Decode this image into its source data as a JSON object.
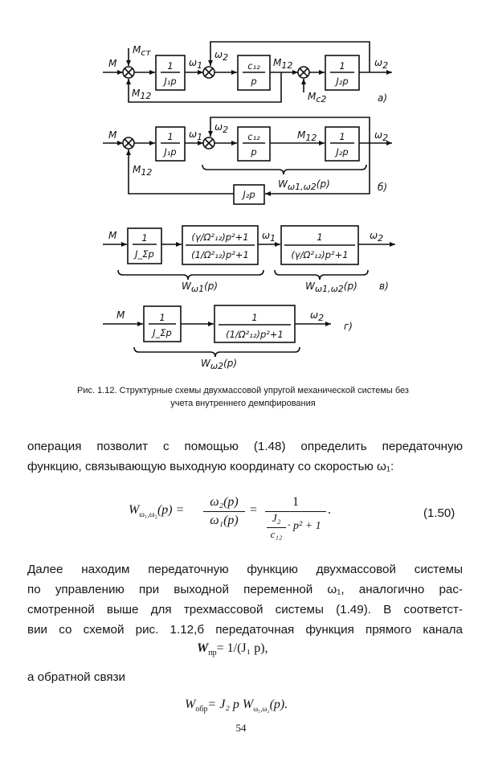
{
  "diagram": {
    "a": {
      "in": "M",
      "dist1": "M",
      "dist1_sub": "ст",
      "fb": "M",
      "fb_sub": "12",
      "b1_num": "1",
      "b1_den": "J₁p",
      "w1": "ω",
      "w1_sub": "1",
      "w2": "ω",
      "w2_sub": "2",
      "b2_num": "c₁₂",
      "b2_den": "p",
      "m12": "M",
      "m12_sub": "12",
      "b3_num": "1",
      "b3_den": "J₂p",
      "dist2": "M",
      "dist2_sub": "c2",
      "out": "ω",
      "out_sub": "2",
      "tag": "а)"
    },
    "b": {
      "in": "M",
      "w1": "ω",
      "w1_sub": "1",
      "w2": "ω",
      "w2_sub": "2",
      "fb": "M",
      "fb_sub": "12",
      "b1_num": "1",
      "b1_den": "J₁p",
      "b2_num": "c₁₂",
      "b2_den": "p",
      "m12": "M",
      "m12_sub": "12",
      "b3_num": "1",
      "b3_den": "J₂p",
      "out": "ω",
      "out_sub": "2",
      "brace": "W",
      "brace_sub": "ω1,ω2",
      "brace_tail": "(p)",
      "b4": "J₂p",
      "tag": "б)"
    },
    "c": {
      "in": "M",
      "b1_num": "1",
      "b1_den": "J_Σp",
      "b2_num": "(γ/Ω²₁₂)p²+1",
      "b2_den": "(1/Ω²₁₂)p²+1",
      "w1": "ω",
      "w1_sub": "1",
      "b3_num": "1",
      "b3_den": "(γ/Ω²₁₂)p²+1",
      "out": "ω",
      "out_sub": "2",
      "brace1": "W",
      "brace1_sub": "ω1",
      "brace1_tail": "(p)",
      "brace2": "W",
      "brace2_sub": "ω1,ω2",
      "brace2_tail": "(p)",
      "tag": "в)"
    },
    "d": {
      "in": "M",
      "b1_num": "1",
      "b1_den": "J_Σp",
      "b2_num": "1",
      "b2_den": "(1/Ω²₁₂)p²+1",
      "out": "ω",
      "out_sub": "2",
      "brace": "W",
      "brace_sub": "ω2",
      "brace_tail": "(p)",
      "tag": "г)"
    }
  },
  "caption": {
    "line1": "Рис. 1.12. Структурные схемы двухмассовой упругой механической системы без",
    "line2": "учета внутреннего демпфирования"
  },
  "para1": [
    "операция позволит с помощью (1.48) определить передаточную",
    "функцию, связывающую выходную координату со скоростью ω₁:"
  ],
  "eq150": {
    "lhs": "W",
    "lhs_sub": "ω₁,ω₂",
    "lhs_arg": "(p) =",
    "num1": "ω₂(p)",
    "den1": "ω₁(p)",
    "eqsign": "=",
    "num2": "1",
    "den2_a": "J₂",
    "den2_b": "c₁₂",
    "den2_c": "· p² + 1",
    "tail": ".",
    "number": "(1.50)"
  },
  "para2": [
    "Далее находим передаточную функцию двухмассовой системы",
    "по управлению при выходной переменной ω₁, аналогично рас-",
    "смотренной выше для трехмассовой системы (1.49). В соответст-",
    "вии со схемой рис. 1.12,б передаточная функция прямого канала"
  ],
  "eq_wpr": {
    "w": "W",
    "sub": "пр",
    "rhs": "= 1/(J₁ p),"
  },
  "para3": "а обратной связи",
  "eq_wobr": {
    "w": "W",
    "sub": "обр",
    "rhs": "= J₂ p W",
    "rhs_sub": "ω₁,ω₂",
    "tail": "(p)."
  },
  "page_number": "54"
}
